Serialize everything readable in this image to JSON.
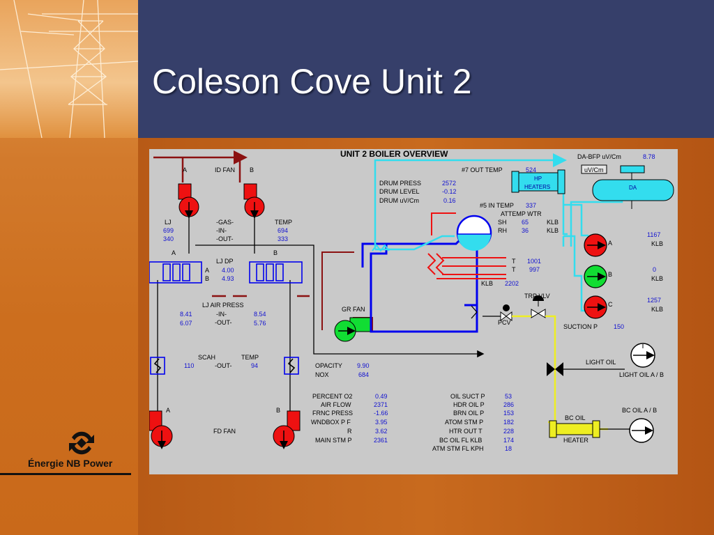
{
  "slide": {
    "title": "Coleson Cove Unit 2",
    "logo_text": "Énergie NB Power"
  },
  "colors": {
    "header_bg": "#363f6a",
    "accent_orange": "#c8601a",
    "diagram_bg": "#c9c9c9",
    "pump_red": "#ee1111",
    "pump_green": "#11dd33",
    "pipe_blue": "#0000ee",
    "pipe_cyan": "#33ddee",
    "pipe_yellow": "#eeee22",
    "pipe_darkred": "#8b1111",
    "value_blue": "#1010d0"
  },
  "diagram": {
    "title": "UNIT 2 BOILER OVERVIEW",
    "id_fan": {
      "label": "ID FAN",
      "a": "A",
      "b": "B"
    },
    "lj": {
      "label": "LJ",
      "in": "699",
      "out": "340"
    },
    "gas": {
      "gas": "-GAS-",
      "in": "-IN-",
      "out": "-OUT-"
    },
    "temp_top": {
      "label": "TEMP",
      "in": "694",
      "out": "333"
    },
    "ab_labels": {
      "a": "A",
      "b": "B"
    },
    "lj_dp": {
      "label": "LJ DP",
      "a_label": "A",
      "a_val": "4.00",
      "b_label": "B",
      "b_val": "4.93"
    },
    "lj_air_press": {
      "label": "LJ AIR PRESS",
      "in_label": "-IN-",
      "out_label": "-OUT-",
      "a_in": "8.41",
      "a_out": "6.07",
      "b_in": "8.54",
      "b_out": "5.76"
    },
    "scah": {
      "label": "SCAH",
      "temp_label": "TEMP",
      "out_label": "-OUT-",
      "a_val": "110",
      "b_val": "94"
    },
    "fd_fan": {
      "label": "FD FAN",
      "a": "A",
      "b": "B"
    },
    "gr_fan": {
      "label": "GR FAN"
    },
    "opacity": {
      "label": "OPACITY",
      "value": "9.90"
    },
    "nox": {
      "label": "NOX",
      "value": "684"
    },
    "drum": {
      "press_label": "DRUM PRESS",
      "press": "2572",
      "level_label": "DRUM LEVEL",
      "level": "-0.12",
      "uv_label": "DRUM uV/Cm",
      "uv": "0.16"
    },
    "out_temp7": {
      "label": "#7 OUT TEMP",
      "value": "524"
    },
    "hp_heaters": {
      "line1": "HP",
      "line2": "HEATERS"
    },
    "in_temp5": {
      "label": "#5 IN TEMP",
      "value": "337"
    },
    "attemp": {
      "label": "ATTEMP WTR",
      "sh_label": "SH",
      "sh": "65",
      "rh_label": "RH",
      "rh": "36",
      "unit": "KLB"
    },
    "t_vals": {
      "t_label": "T",
      "t1": "1001",
      "t2": "997",
      "klb_label": "KLB",
      "klb": "2202"
    },
    "trp_vlv": "TRP VLV",
    "pcv": "PCV",
    "da": {
      "bfp_label": "DA-BFP uV/Cm",
      "bfp_val": "8.78",
      "uv_box": "uV/Cm",
      "tank_label": "DA"
    },
    "bfp": [
      {
        "letter": "A",
        "value": "1167",
        "unit": "KLB"
      },
      {
        "letter": "B",
        "value": "0",
        "unit": "KLB"
      },
      {
        "letter": "C",
        "value": "1257",
        "unit": "KLB"
      }
    ],
    "suction_p": {
      "label": "SUCTION P",
      "value": "150"
    },
    "light_oil": {
      "label": "LIGHT OIL",
      "pump_label": "LIGHT OIL A / B"
    },
    "bc_oil": {
      "label": "BC OIL",
      "pump_label": "BC OIL A / B",
      "heater": "HEATER"
    },
    "left_table": [
      {
        "label": "PERCENT O2",
        "value": "0.49"
      },
      {
        "label": "AIR FLOW",
        "value": "2371"
      },
      {
        "label": "FRNC PRESS",
        "value": "-1.66"
      },
      {
        "label": "WNDBOX  P  F",
        "value": "3.95"
      },
      {
        "label": "R",
        "value": "3.62"
      },
      {
        "label": "MAIN STM P",
        "value": "2361"
      }
    ],
    "right_table": [
      {
        "label": "OIL SUCT P",
        "value": "53"
      },
      {
        "label": "HDR OIL P",
        "value": "286"
      },
      {
        "label": "BRN OIL P",
        "value": "153"
      },
      {
        "label": "ATOM STM P",
        "value": "182"
      },
      {
        "label": "HTR OUT  T",
        "value": "228"
      },
      {
        "label": "BC OIL FL KLB",
        "value": "174"
      },
      {
        "label": "ATM STM FL KPH",
        "value": "18"
      }
    ]
  }
}
